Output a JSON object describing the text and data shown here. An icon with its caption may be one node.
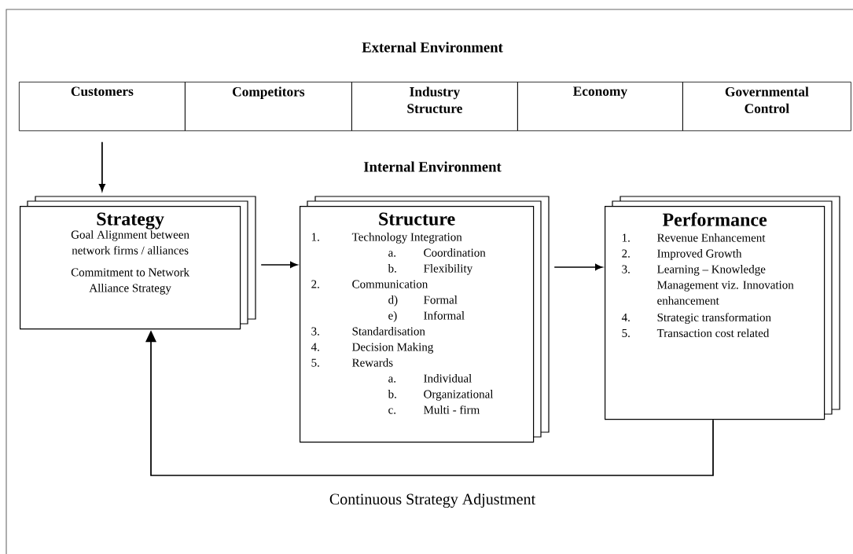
{
  "diagram": {
    "title": "External Environment",
    "nodes": [
      {
        "text": [
          "Customers"
        ]
      },
      {
        "text": [
          "Competitors"
        ]
      },
      {
        "text": [
          "Industry Structure"
        ]
      },
      {
        "text": [
          "Economy"
        ]
      },
      {
        "text": [
          "Governmental Control"
        ]
      },
      {
        "text": [
          "Strategy",
          "Goal Alignment between network firms / alliances",
          "Commitment to Network Alliance Strategy"
        ]
      },
      {
        "text": [
          "Structure",
          "1.",
          "Technology Integration",
          "a.",
          "Coordination",
          "b.",
          "Flexibility",
          "2.",
          "Communication",
          "d)",
          "Formal",
          "e)",
          "Informal",
          "3.",
          "Standardisation",
          "4.",
          "Decision Making",
          "5.",
          "Rewards",
          "a.",
          "Individual",
          "b.",
          "Organizational",
          "c.",
          "Multi - firm"
        ]
      },
      {
        "text": [
          "Performance",
          "1.",
          "Revenue Enhancement",
          "2.",
          "Improved Growth",
          "3.",
          "Learning – Knowledge Management viz. Innovation enhancement",
          "4.",
          "Strategic transformation",
          "5.",
          "Transaction cost related"
        ]
      }
    ],
    "edges": [
      {
        "from": 0,
        "to": 5,
        "arrow": "to"
      },
      {
        "from": 5,
        "to": 6,
        "arrow": "to"
      },
      {
        "from": 6,
        "to": 7,
        "arrow": "to"
      },
      {
        "from": 7,
        "to": 5,
        "arrow": "to",
        "label": "Continuous Strategy Adjustment"
      }
    ],
    "labels": [
      "Internal Environment"
    ]
  }
}
